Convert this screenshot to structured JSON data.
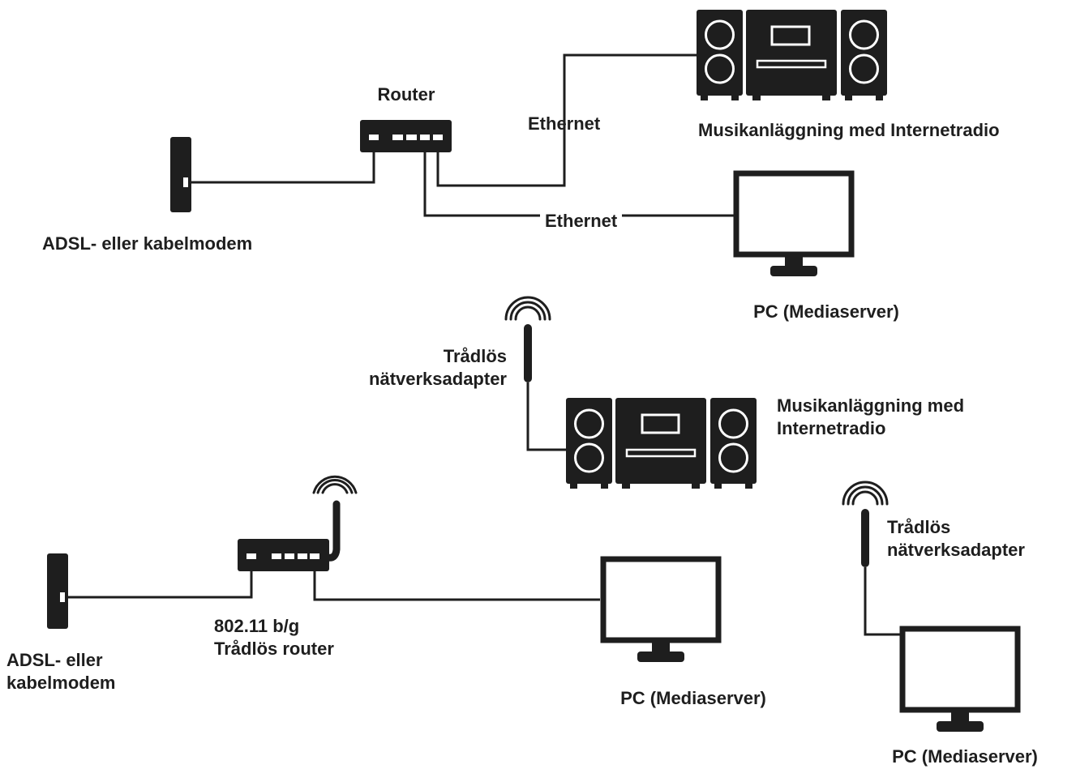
{
  "colors": {
    "ink": "#1e1e1e",
    "background": "#ffffff"
  },
  "top": {
    "router": "Router",
    "ethernet_stereo": "Ethernet",
    "ethernet_pc": "Ethernet",
    "stereo": "Musikanläggning med Internetradio",
    "modem": "ADSL- eller kabelmodem",
    "pc": "PC (Mediaserver)"
  },
  "bottom": {
    "stereo_adapter": [
      "Trådlös",
      "nätverksadapter"
    ],
    "stereo": [
      "Musikanläggning med",
      "Internetradio"
    ],
    "router": [
      "802.11 b/g",
      "Trådlös router"
    ],
    "modem": [
      "ADSL- eller",
      "kabelmodem"
    ],
    "pc": "PC (Mediaserver)",
    "pc2_adapter": [
      "Trådlös",
      "nätverksadapter"
    ],
    "pc2": "PC (Mediaserver)"
  }
}
